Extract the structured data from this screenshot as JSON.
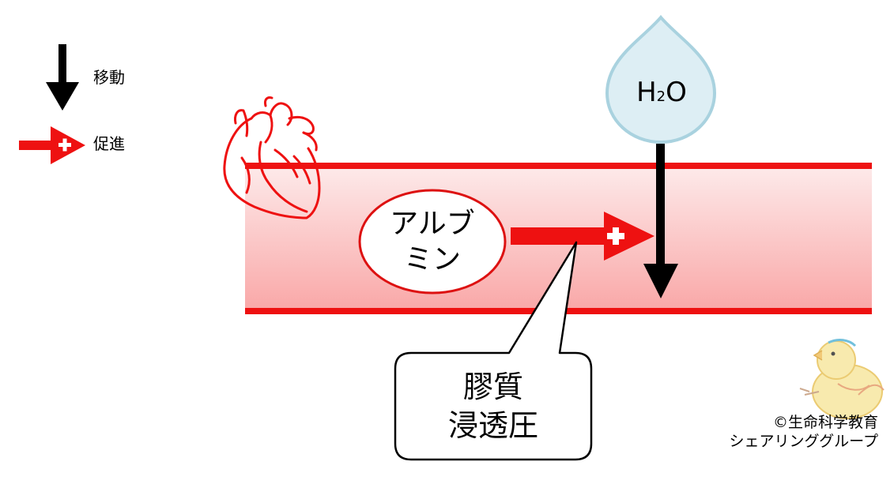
{
  "legend": {
    "move_label": "移動",
    "promote_label": "促進"
  },
  "albumin": {
    "line1": "アルブ",
    "line2": "ミン"
  },
  "water": {
    "main": "H",
    "sub": "2",
    "tail": "O"
  },
  "callout": {
    "line1": "膠質",
    "line2": "浸透圧"
  },
  "credit": {
    "line1": "©生命科学教育",
    "line2": "シェアリンググループ"
  },
  "colors": {
    "vessel_red": "#ee1111",
    "drop_fill": "#ddeef4",
    "drop_stroke": "#a9d2df",
    "arrow_black": "#000000"
  },
  "icons": [
    "heart-icon",
    "water-drop-icon",
    "chick-icon",
    "plus-icon"
  ]
}
